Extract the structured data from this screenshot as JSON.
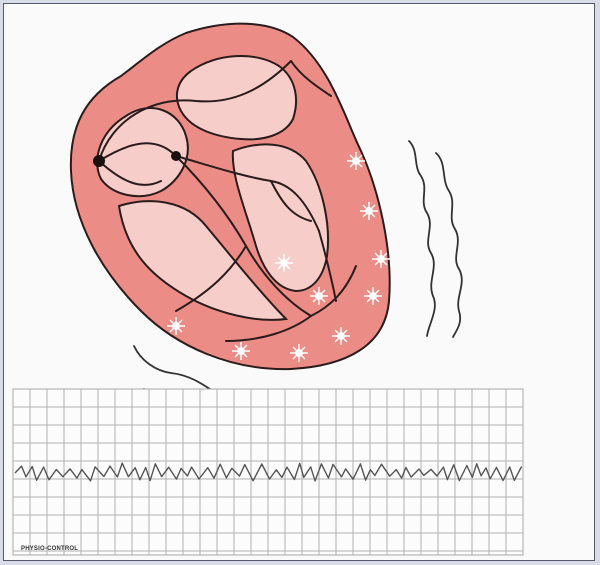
{
  "credit_text": "PHYSIO-CONTROL",
  "colors": {
    "muscle": "#ec8c86",
    "chamber": "#f7cdc9",
    "outline": "#2a1c1c",
    "grid": "#b0b0b0",
    "trace": "#555555",
    "frame": "#55596b",
    "spark": "#ffffff"
  },
  "ecg_rhythm": "fibrillation",
  "icons": [
    "heart-conduction-diagram",
    "fibrillation-spark-icon",
    "ecg-strip"
  ]
}
